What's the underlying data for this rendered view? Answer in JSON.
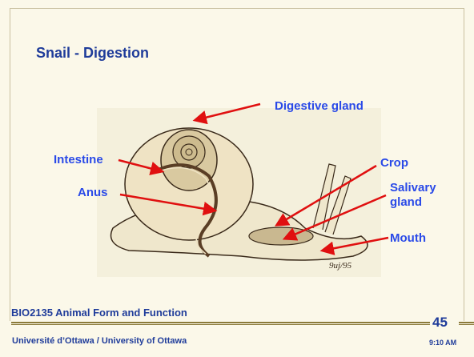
{
  "slide": {
    "title": "Snail - Digestion",
    "signature": "9uj/95"
  },
  "labels": {
    "digestive_gland": "Digestive gland",
    "intestine": "Intestine",
    "crop": "Crop",
    "anus": "Anus",
    "salivary_gland": "Salivary gland",
    "mouth": "Mouth"
  },
  "footer": {
    "course": "BIO2135 Animal Form and Function",
    "page_number": "45",
    "university": "Université d’Ottawa / University of Ottawa",
    "time": "9:10 AM"
  },
  "colors": {
    "title_blue": "#1f3c9a",
    "label_blue": "#2a4ae8",
    "arrow_red": "#e01010",
    "background": "#fbf8e9"
  }
}
